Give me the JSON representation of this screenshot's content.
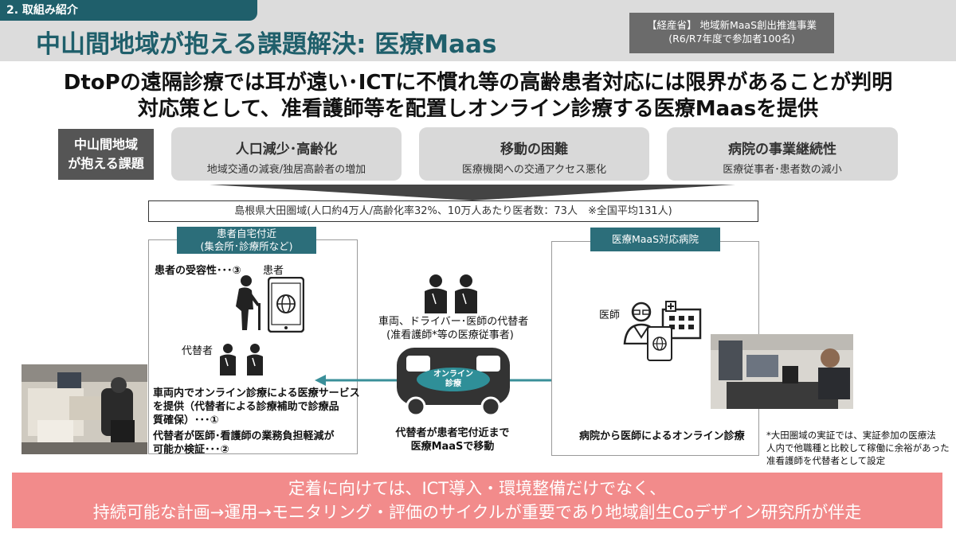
{
  "section_tab": "2. 取組み紹介",
  "title": "中山間地域が抱える課題解決: 医療Maas",
  "program": {
    "line1": "【経産省】 地域新MaaS創出推進事業",
    "line2": "(R6/R7年度で参加者100名)"
  },
  "headline": {
    "line1": "DtoPの遠隔診療では耳が遠い･ICTに不慣れ等の高齢患者対応には限界があることが判明",
    "line2": "対応策として、准看護師等を配置しオンライン診療する医療Maasを提供"
  },
  "issues_label": {
    "line1": "中山間地域",
    "line2": "が抱える課題"
  },
  "issues": [
    {
      "title": "人口減少･高齢化",
      "sub": "地域交通の減衰/独居高齢者の増加"
    },
    {
      "title": "移動の困難",
      "sub": "医療機関への交通アクセス悪化"
    },
    {
      "title": "病院の事業継続性",
      "sub": "医療従事者･患者数の減小"
    }
  ],
  "region_info": "島根県大田圏域(人口約4万人/高齢化率32%、10万人あたり医者数：73人　※全国平均131人)",
  "left_panel": {
    "head_line1": "患者自宅付近",
    "head_line2": "(集会所･診療所など)",
    "acceptance": "患者の受容性･･･③",
    "patient_label": "患者",
    "proxy_label": "代替者",
    "service_line1": "車両内でオンライン診療による医療サービス",
    "service_line2": "を提供（代替者による診療補助で診療品",
    "service_line3": "質確保）･･･①",
    "burden_line1": "代替者が医師･看護師の業務負担軽減が",
    "burden_line2": "可能か検証･･･②"
  },
  "center": {
    "staff_line1": "車両、ドライバー･医師の代替者",
    "staff_line2": "(准看護師*等の医療従事者)",
    "bus_badge_line1": "オンライン",
    "bus_badge_line2": "診療",
    "move_line1": "代替者が患者宅付近まで",
    "move_line2": "医療MaaSで移動"
  },
  "right_panel": {
    "head": "医療MaaS対応病院",
    "doctor_label": "医師",
    "caption": "病院から医師によるオンライン診療"
  },
  "note": {
    "line1": "*大田圏域の実証では、実証参加の医療法",
    "line2": "人内で他職種と比較して稼働に余裕があった",
    "line3": "准看護師を代替者として設定"
  },
  "footer": {
    "line1": "定着に向けては、ICT導入・環境整備だけでなく、",
    "line2": "持続可能な計画→運用→モニタリング・評価のサイクルが重要であり地域創生Coデザイン研究所が伴走"
  },
  "colors": {
    "teal": "#1f5f6b",
    "panel_head": "#2c6e7a",
    "footer": "#f28b8b",
    "arrow": "#3a8f99"
  }
}
